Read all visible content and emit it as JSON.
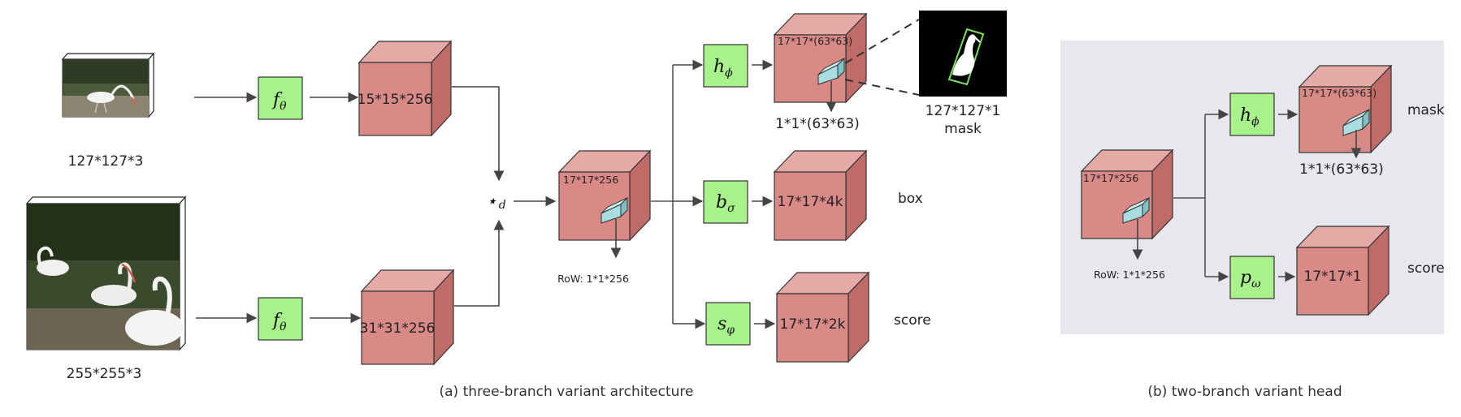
{
  "panel_a": {
    "caption": "(a) three-branch  variant architecture",
    "exemplar": {
      "size_label": "127*127*3"
    },
    "search": {
      "size_label": "255*255*3"
    },
    "backbone_symbol": "f",
    "backbone_sub": "θ",
    "exemplar_feature_label": "15*15*256",
    "search_feature_label": "31*31*256",
    "xcorr_symbol": "⋆",
    "xcorr_sub": "d",
    "response_label": "17*17*256",
    "row_label": "RoW: 1*1*256",
    "branches": {
      "mask": {
        "symbol": "h",
        "sub": "ϕ",
        "cube_label": "17*17*(63*63)",
        "row_label": "1*1*(63*63)",
        "output_size": "127*127*1",
        "output_name": "mask"
      },
      "box": {
        "symbol": "b",
        "sub": "σ",
        "cube_label": "17*17*4k",
        "name": "box"
      },
      "score": {
        "symbol": "s",
        "sub": "φ",
        "cube_label": "17*17*2k",
        "name": "score"
      }
    }
  },
  "panel_b": {
    "caption": "(b) two-branch  variant head",
    "background_color": "#e6e8ee",
    "response_label": "17*17*256",
    "row_label": "RoW: 1*1*256",
    "mask": {
      "symbol": "h",
      "sub": "ϕ",
      "cube_label": "17*17*(63*63)",
      "row_label": "1*1*(63*63)",
      "name": "mask"
    },
    "score": {
      "symbol": "p",
      "sub": "ω",
      "cube_label": "17*17*1",
      "name": "score"
    }
  },
  "colors": {
    "function_box": "#a8f28c",
    "feature_cube": "#d98a86",
    "row_vector": "#a9dde0",
    "mask_box_outline": "#7ee05a"
  }
}
